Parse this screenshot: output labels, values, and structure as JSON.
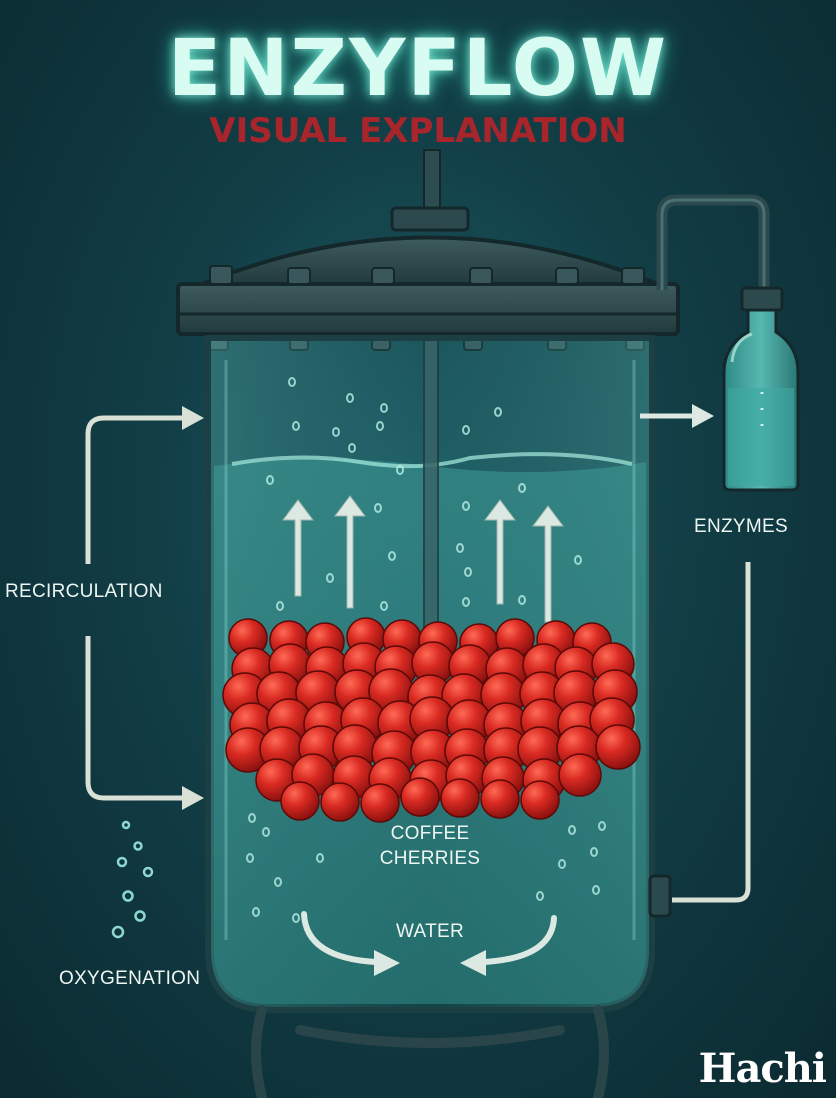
{
  "header": {
    "title": "ENZYFLOW",
    "subtitle": "VISUAL EXPLANATION"
  },
  "labels": {
    "recirculation": "RECIRCULATION",
    "enzymes": "ENZYMES",
    "coffee_line1": "COFFEE",
    "coffee_line2": "CHERRIES",
    "water": "WATER",
    "oxygenation": "OXYGENATION"
  },
  "brand": "Hachi",
  "colors": {
    "title_glow": "#d8fbf2",
    "subtitle": "#a8252b",
    "cherry": "#d92a22",
    "liquid": "#3e9a96",
    "tank_steel": "#2c4a4e",
    "arrow": "#d9e6dc"
  }
}
